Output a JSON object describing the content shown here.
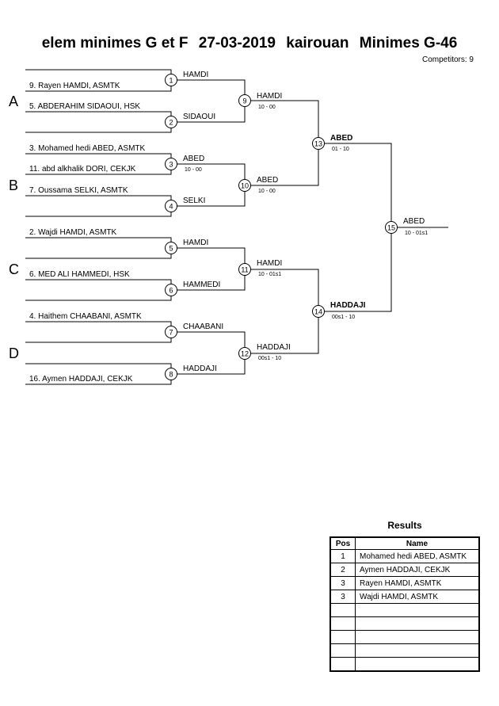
{
  "header": {
    "event": "elem minimes G et F",
    "date": "27-03-2019",
    "location": "kairouan",
    "category": "Minimes G-46",
    "competitors": "Competitors: 9"
  },
  "pools": [
    "A",
    "B",
    "C",
    "D"
  ],
  "entrants": [
    "9. Rayen HAMDI, ASMTK",
    "5. ABDERAHIM SIDAOUI, HSK",
    "3. Mohamed hedi ABED, ASMTK",
    "11. abd alkhalik DORI, CEKJK",
    "7. Oussama SELKI, ASMTK",
    "2. Wajdi HAMDI, ASMTK",
    "6. MED ALI HAMMEDI, HSK",
    "4. Haithem CHAABANI, ASMTK",
    "16. Aymen HADDAJI, CEKJK"
  ],
  "matches": [
    {
      "num": "1",
      "winner": "HAMDI",
      "score": ""
    },
    {
      "num": "2",
      "winner": "SIDAOUI",
      "score": ""
    },
    {
      "num": "3",
      "winner": "ABED",
      "score": "10 - 00"
    },
    {
      "num": "4",
      "winner": "SELKI",
      "score": ""
    },
    {
      "num": "5",
      "winner": "HAMDI",
      "score": ""
    },
    {
      "num": "6",
      "winner": "HAMMEDI",
      "score": ""
    },
    {
      "num": "7",
      "winner": "CHAABANI",
      "score": ""
    },
    {
      "num": "8",
      "winner": "HADDAJI",
      "score": ""
    },
    {
      "num": "9",
      "winner": "HAMDI",
      "score": "10 - 00"
    },
    {
      "num": "10",
      "winner": "ABED",
      "score": "10 - 00"
    },
    {
      "num": "11",
      "winner": "HAMDI",
      "score": "10 - 01s1"
    },
    {
      "num": "12",
      "winner": "HADDAJI",
      "score": "00s1 - 10"
    },
    {
      "num": "13",
      "winner": "ABED",
      "score": "01 - 10"
    },
    {
      "num": "14",
      "winner": "HADDAJI",
      "score": "00s1 - 10"
    },
    {
      "num": "15",
      "winner": "ABED",
      "score": "10 - 01s1"
    }
  ],
  "results": {
    "title": "Results",
    "headers": {
      "pos": "Pos",
      "name": "Name"
    },
    "rows": [
      {
        "pos": "1",
        "name": "Mohamed hedi ABED, ASMTK"
      },
      {
        "pos": "2",
        "name": "Aymen HADDAJI, CEKJK"
      },
      {
        "pos": "3",
        "name": "Rayen HAMDI, ASMTK"
      },
      {
        "pos": "3",
        "name": "Wajdi HAMDI, ASMTK"
      },
      {
        "pos": "",
        "name": ""
      },
      {
        "pos": "",
        "name": ""
      },
      {
        "pos": "",
        "name": ""
      },
      {
        "pos": "",
        "name": ""
      },
      {
        "pos": "",
        "name": ""
      }
    ]
  }
}
